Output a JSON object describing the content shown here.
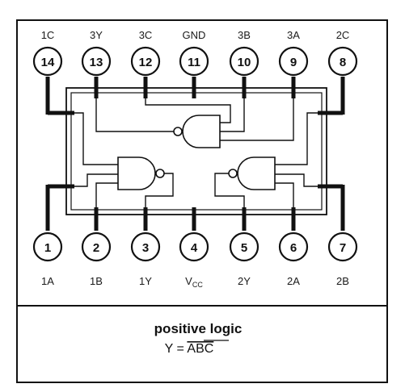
{
  "top_pins": [
    {
      "number": "14",
      "label": "1C"
    },
    {
      "number": "13",
      "label": "3Y"
    },
    {
      "number": "12",
      "label": "3C"
    },
    {
      "number": "11",
      "label": "GND"
    },
    {
      "number": "10",
      "label": "3B"
    },
    {
      "number": "9",
      "label": "3A"
    },
    {
      "number": "8",
      "label": "2C"
    }
  ],
  "bottom_pins": [
    {
      "number": "1",
      "label": "1A"
    },
    {
      "number": "2",
      "label": "1B"
    },
    {
      "number": "3",
      "label": "1Y"
    },
    {
      "number": "4",
      "label": "V",
      "sub": "CC"
    },
    {
      "number": "5",
      "label": "2Y"
    },
    {
      "number": "6",
      "label": "2A"
    },
    {
      "number": "7",
      "label": "2B"
    }
  ],
  "caption": {
    "title": "positive logic",
    "eq_prefix": "Y = ",
    "eq_overline": "ABC"
  }
}
